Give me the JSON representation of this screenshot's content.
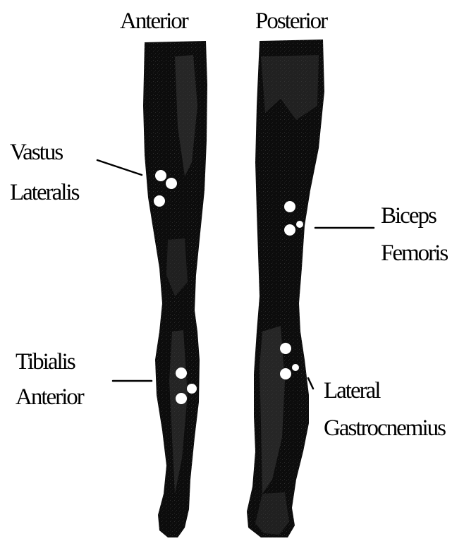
{
  "views": {
    "anterior_title": "Anterior",
    "posterior_title": "Posterior"
  },
  "labels": {
    "vastus_lateralis": [
      "Vastus",
      "Lateralis"
    ],
    "biceps_femoris": [
      "Biceps",
      "Femoris"
    ],
    "tibialis_anterior": [
      "Tibialis",
      "Anterior"
    ],
    "lateral_gastrocnemius": [
      "Lateral",
      "Gastrocnemius"
    ]
  },
  "colors": {
    "background": "#ffffff",
    "leg": "#0c0c0c",
    "leg_highlight": "#3c3c3c",
    "marker": "#ffffff",
    "text": "#000000"
  }
}
